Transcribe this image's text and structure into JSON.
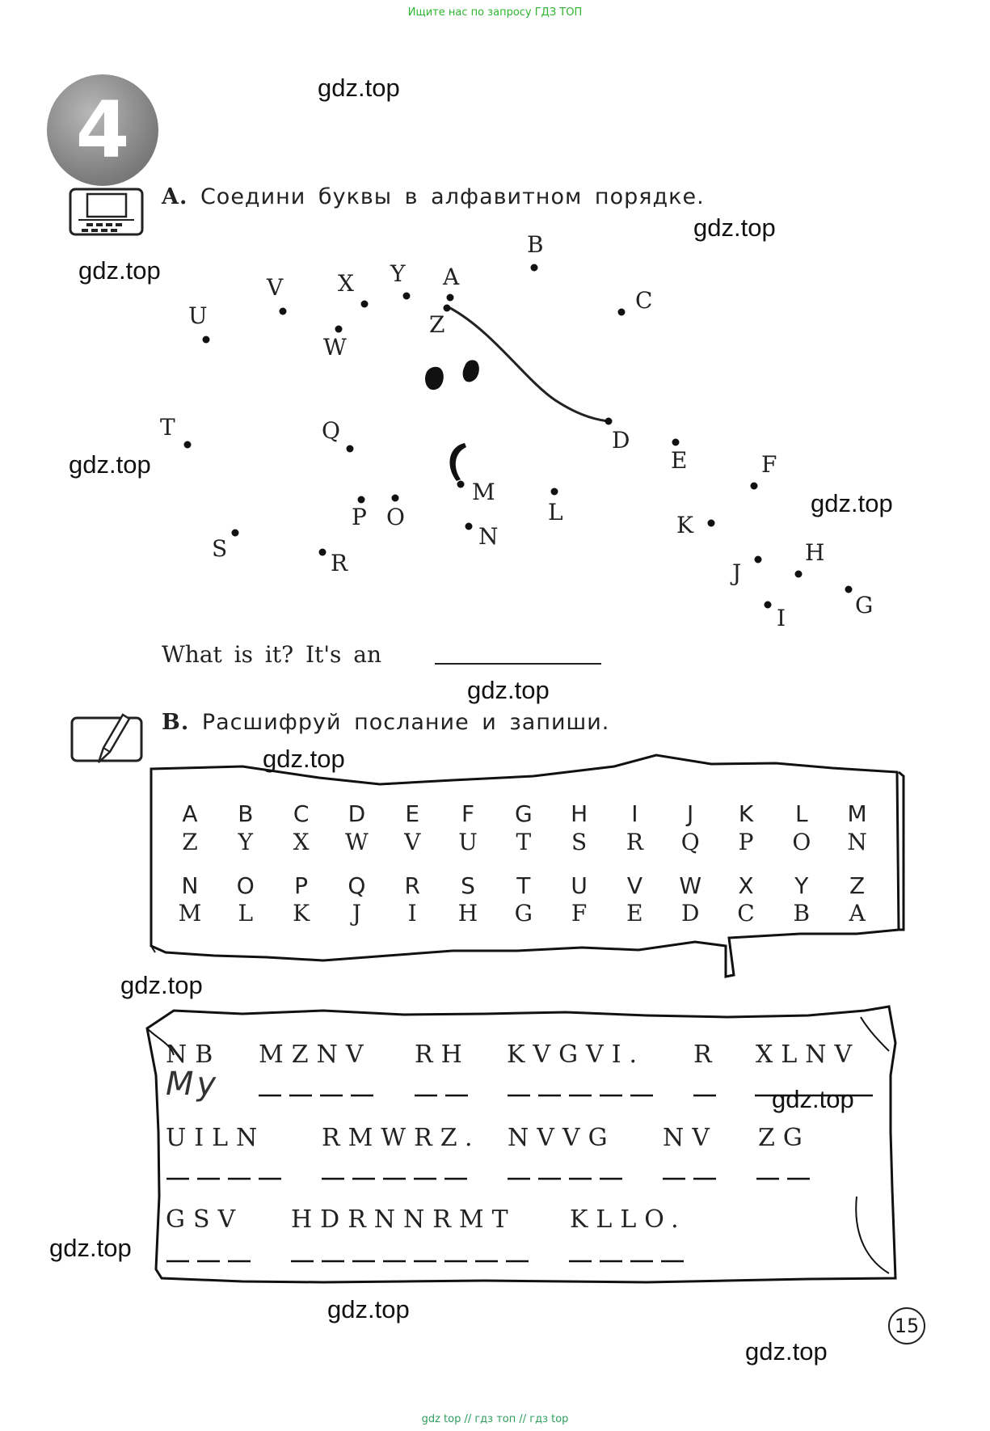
{
  "top_note": "Ищите нас по запросу ГДЗ ТОП",
  "bottom_note": "gdz top  //  гдз топ  //  гдз top",
  "watermark": "gdz.top",
  "unit_number": "4",
  "task_a": {
    "letter": "A.",
    "text": "Соедини буквы в алфавитном порядке."
  },
  "dots": [
    "A",
    "B",
    "C",
    "D",
    "E",
    "F",
    "G",
    "H",
    "I",
    "J",
    "K",
    "L",
    "M",
    "N",
    "O",
    "P",
    "Q",
    "R",
    "S",
    "T",
    "U",
    "V",
    "W",
    "X",
    "Y",
    "Z"
  ],
  "question": "What is it? It's an",
  "task_b": {
    "letter": "B.",
    "text": "Расшифруй послание и запиши."
  },
  "cipher_row1": {
    "top": [
      "A",
      "B",
      "C",
      "D",
      "E",
      "F",
      "G",
      "H",
      "I",
      "J",
      "K",
      "L",
      "M"
    ],
    "bottom": [
      "Z",
      "Y",
      "X",
      "W",
      "V",
      "U",
      "T",
      "S",
      "R",
      "Q",
      "P",
      "O",
      "N"
    ]
  },
  "cipher_row2": {
    "top": [
      "N",
      "O",
      "P",
      "Q",
      "R",
      "S",
      "T",
      "U",
      "V",
      "W",
      "X",
      "Y",
      "Z"
    ],
    "bottom": [
      "M",
      "L",
      "K",
      "J",
      "I",
      "H",
      "G",
      "F",
      "E",
      "D",
      "C",
      "B",
      "A"
    ]
  },
  "message": {
    "line1": [
      "NB",
      "MZNV",
      "RH",
      "KVGVI.",
      "R",
      "XLNV"
    ],
    "line2": [
      "UILN",
      "RMWRZ.",
      "NVVG",
      "NV",
      "ZG"
    ],
    "line3": [
      "GSV",
      "HDRNNRMT",
      "KLLO."
    ],
    "example_answer": "My"
  },
  "page_number": "15"
}
